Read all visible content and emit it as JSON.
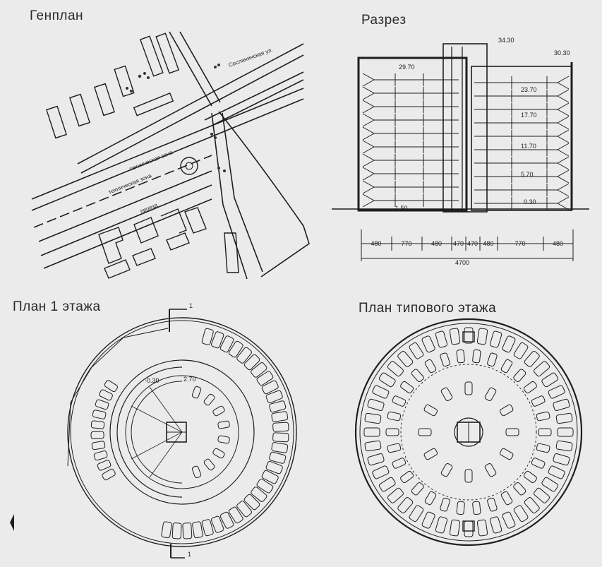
{
  "titles": {
    "site_plan": "Генплан",
    "section": "Разрез",
    "ground_floor": "План 1 этажа",
    "typical_floor": "План типового этажа"
  },
  "site_plan": {
    "street_top": "Сосланинская ул.",
    "zone_1": "техническая зона",
    "zone_2": "техническая зона",
    "street_bottom": "проезд"
  },
  "section": {
    "levels": {
      "roof_top": "34.30",
      "roof_right": "30.30",
      "l1": "29.70",
      "l2": "23.70",
      "l3": "17.70",
      "l4": "11.70",
      "l5": "5.70",
      "l6": "0.30",
      "base": "1.50"
    },
    "dimensions": [
      "480",
      "770",
      "480",
      "470",
      "470",
      "480",
      "770",
      "480"
    ],
    "total": "4700"
  },
  "ground_plan": {
    "mark_a": "-0.30",
    "mark_b": "2.70",
    "cut_label": "1"
  }
}
